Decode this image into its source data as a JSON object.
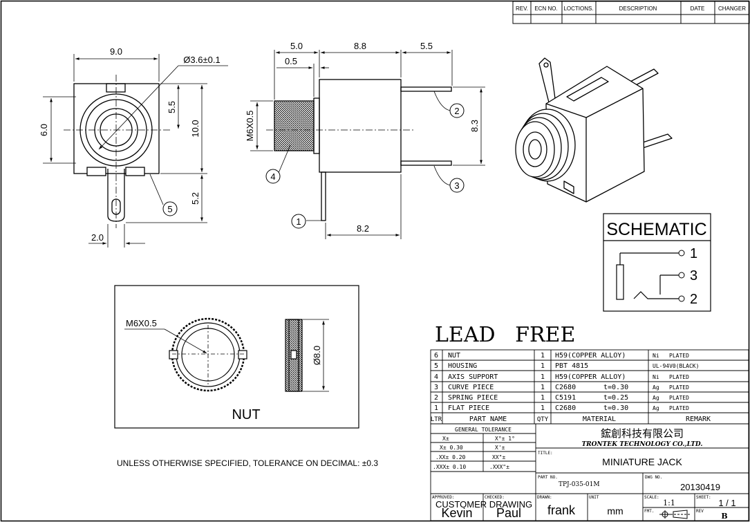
{
  "revision_block": {
    "headers": [
      "REV.",
      "ECN NO.",
      "LOCTIONS.",
      "DESCRIPTION",
      "DATE",
      "CHANGER"
    ]
  },
  "front_view": {
    "width_dim": "9.0",
    "hole_dim": "Ø3.6±0.1",
    "height_dim": "10.0",
    "left_dim": "6.0",
    "upper_dim": "5.5",
    "pin_length_dim": "5.2",
    "pin_width_dim": "2.0",
    "balloon": "5"
  },
  "side_view": {
    "dim_a": "5.0",
    "dim_b": "8.8",
    "dim_c": "5.5",
    "dim_d": "0.5",
    "thread_dim": "M6X0.5",
    "height_dim": "8.3",
    "bottom_dim": "8.2",
    "balloons": [
      "1",
      "2",
      "3",
      "4"
    ]
  },
  "schematic": {
    "title": "SCHEMATIC",
    "pins": [
      "1",
      "3",
      "2"
    ]
  },
  "nut_view": {
    "thread": "M6X0.5",
    "diameter": "Ø8.0",
    "label": "NUT"
  },
  "lead_free": "LEAD   FREE",
  "tolerance_note": "UNLESS OTHERWISE SPECIFIED, TOLERANCE ON DECIMAL: ±0.3",
  "bom": {
    "header": [
      "LTR",
      "PART NAME",
      "QTY",
      "MATERIAL",
      "REMARK"
    ],
    "rows": [
      {
        "ltr": "6",
        "name": "NUT",
        "qty": "1",
        "material": "H59(COPPER ALLOY)",
        "thick": "",
        "remark_a": "Ni",
        "remark_b": "PLATED"
      },
      {
        "ltr": "5",
        "name": "HOUSING",
        "qty": "1",
        "material": "PBT 4815",
        "thick": "",
        "remark_a": "UL-94V0(BLACK)",
        "remark_b": ""
      },
      {
        "ltr": "4",
        "name": "AXIS SUPPORT",
        "qty": "1",
        "material": "H59(COPPER ALLOY)",
        "thick": "",
        "remark_a": "Ni",
        "remark_b": "PLATED"
      },
      {
        "ltr": "3",
        "name": "CURVE PIECE",
        "qty": "1",
        "material": "C2680",
        "thick": "t=0.30",
        "remark_a": "Ag",
        "remark_b": "PLATED"
      },
      {
        "ltr": "2",
        "name": "SPRING PIECE",
        "qty": "1",
        "material": "C5191",
        "thick": "t=0.25",
        "remark_a": "Ag",
        "remark_b": "PLATED"
      },
      {
        "ltr": "1",
        "name": "FLAT PIECE",
        "qty": "1",
        "material": "C2680",
        "thick": "t=0.30",
        "remark_a": "Ag",
        "remark_b": "PLATED"
      }
    ]
  },
  "title_block": {
    "general_tolerance": "GENERAL TOLERANCE",
    "tol_rows": [
      [
        "X±",
        "X°± 1°"
      ],
      [
        "X± 0.30",
        "X'±"
      ],
      [
        ".XX± 0.20",
        "XX\"±"
      ],
      [
        ".XXX± 0.10",
        ".XXX\"±"
      ]
    ],
    "company_cn": "鋐創科技有限公司",
    "company_en": "TRONTEK TECHNOLOGY CO.,LTD.",
    "title_label": "TITLE:",
    "title": "MINIATURE JACK",
    "customer_drawing": "CUSTOMER DRAWING",
    "part_no_label": "PART NO.",
    "part_no": "TPJ-035-01M",
    "dwg_no_label": "DWG NO.",
    "dwg_no": "20130419",
    "approved_label": "APPROVED:",
    "approved": "Kevin",
    "checked_label": "CHECKED:",
    "checked": "Paul",
    "drawn_label": "DRAWN:",
    "drawn": "frank",
    "unit_label": "UNIT",
    "unit": "mm",
    "scale_label": "SCALE:",
    "scale": "1:1",
    "sheet_label": "SHEET:",
    "sheet": "1 / 1",
    "fmt_label": "FMT.",
    "rev_label": "REV",
    "rev": "B"
  }
}
